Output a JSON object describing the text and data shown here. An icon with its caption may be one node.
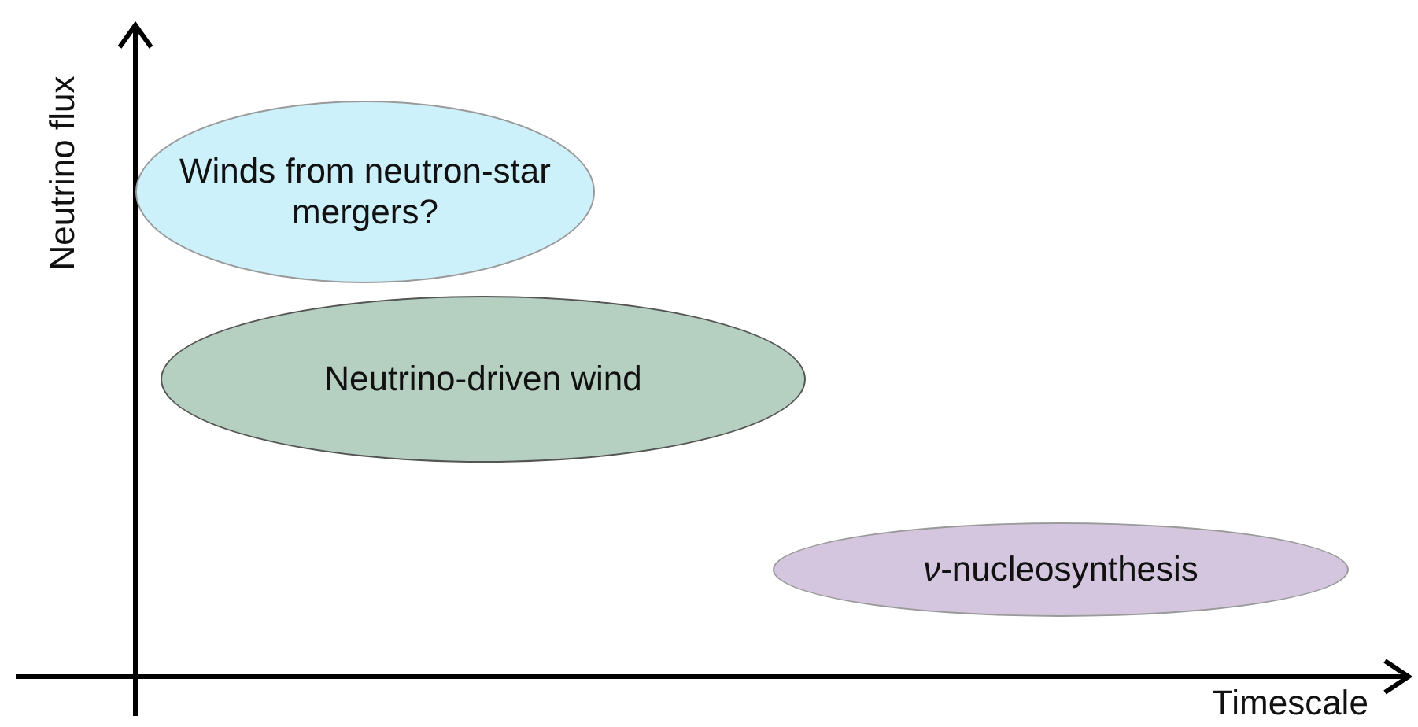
{
  "diagram": {
    "nodes": [
      {
        "text": [
          "Winds from neutron-star mergers?"
        ]
      },
      {
        "text": [
          "Neutrino-driven wind"
        ]
      },
      {
        "text": [
          "*ν*-nucleosynthesis"
        ]
      }
    ],
    "labels": [
      "Neutrino flux",
      "Timescale"
    ]
  }
}
